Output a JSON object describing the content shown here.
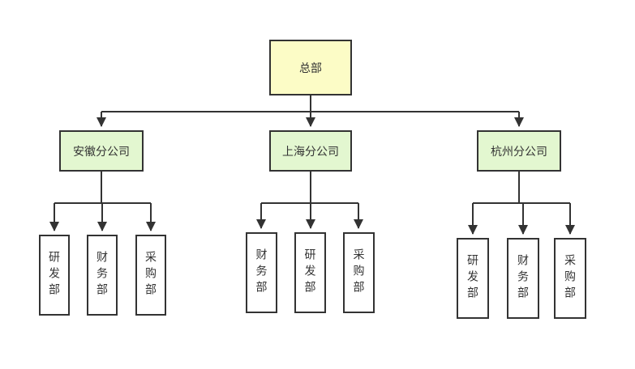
{
  "diagram": {
    "type": "org-chart",
    "root": {
      "label": "总部"
    },
    "branches": [
      {
        "label": "安徽分公司",
        "departments": [
          "研发部",
          "财务部",
          "采购部"
        ]
      },
      {
        "label": "上海分公司",
        "departments": [
          "财务部",
          "研发部",
          "采购部"
        ]
      },
      {
        "label": "杭州分公司",
        "departments": [
          "研发部",
          "财务部",
          "采购部"
        ]
      }
    ],
    "colors": {
      "root_fill": "#FCFCC6",
      "branch_fill": "#E3F7D0",
      "department_fill": "#FFFFFF",
      "line_and_border": "#333333",
      "text": "#333333",
      "background": "#FFFFFF"
    }
  }
}
